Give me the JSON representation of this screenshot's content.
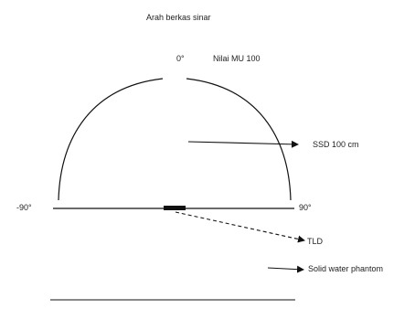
{
  "diagram": {
    "title": "Arah berkas sinar",
    "angle_top": "0°",
    "monitor_label": "Nilai MU 100",
    "ssd_label": "SSD 100 cm",
    "angle_left": "-90°",
    "angle_right": "90°",
    "tld_label": "TLD",
    "phantom_label": "Solid water phantom"
  },
  "colors": {
    "line": "#111111",
    "text": "#222222"
  }
}
